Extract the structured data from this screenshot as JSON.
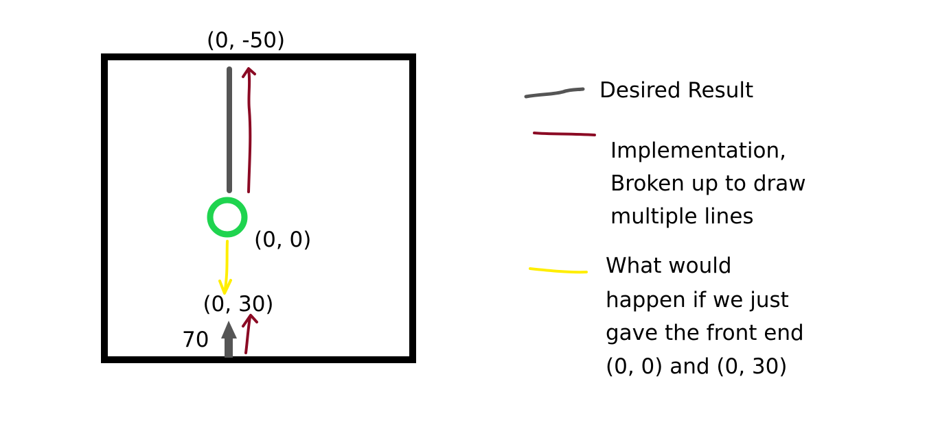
{
  "colors": {
    "frame": "#000000",
    "desired": "#555555",
    "implementation": "#8b0a24",
    "naive": "#ffee00",
    "origin": "#1fd44f"
  },
  "labels": {
    "top_point": "(0, -50)",
    "origin_point": "(0, 0)",
    "mid_point": "(0, 30)",
    "start_value": "70"
  },
  "legend": {
    "desired": "Desired Result",
    "implementation": [
      "Implementation,",
      "Broken up to draw",
      "multiple lines"
    ],
    "naive": [
      "What would",
      "happen if we just",
      "gave the front end",
      "(0, 0) and (0, 30)"
    ]
  }
}
